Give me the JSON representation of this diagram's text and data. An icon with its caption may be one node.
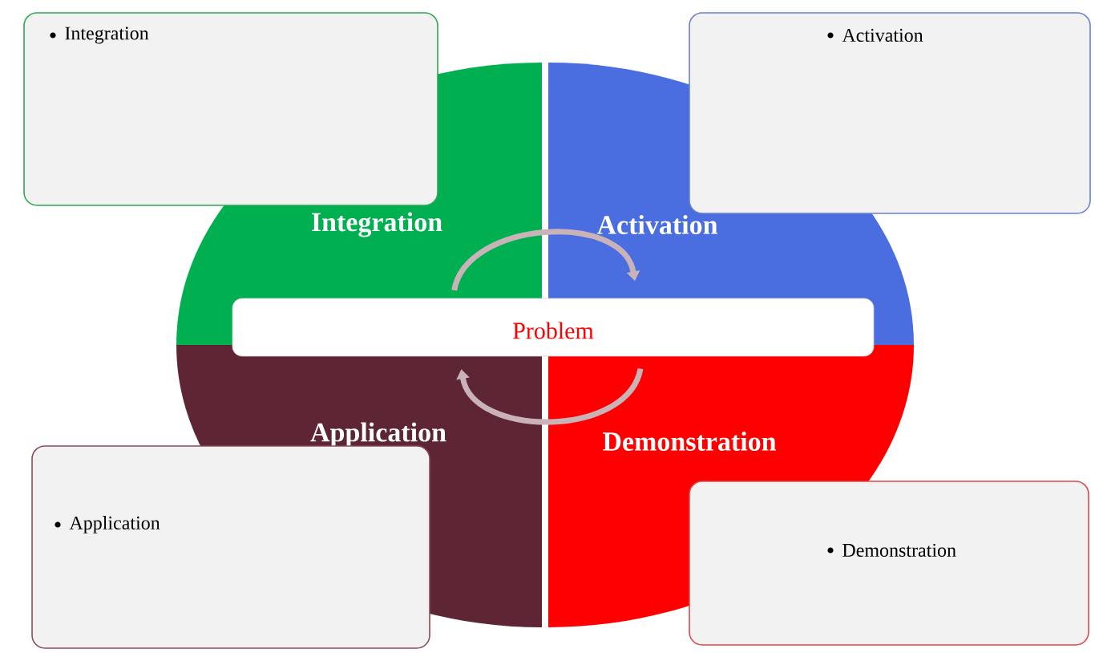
{
  "diagram": {
    "nodes": [
      {
        "text": [
          "Integration"
        ]
      },
      {
        "text": [
          "Activation"
        ]
      },
      {
        "text": [
          "Integration"
        ]
      },
      {
        "text": [
          "Activation"
        ]
      },
      {
        "text": [
          "Problem"
        ]
      },
      {
        "text": [
          "Application"
        ]
      },
      {
        "text": [
          "Demonstration"
        ]
      },
      {
        "text": [
          "Application"
        ]
      },
      {
        "text": [
          "Demonstration"
        ]
      }
    ],
    "edges": [
      {
        "from": 2,
        "to": 3,
        "arrow": "to"
      },
      {
        "from": 6,
        "to": 5,
        "arrow": "to"
      }
    ]
  }
}
